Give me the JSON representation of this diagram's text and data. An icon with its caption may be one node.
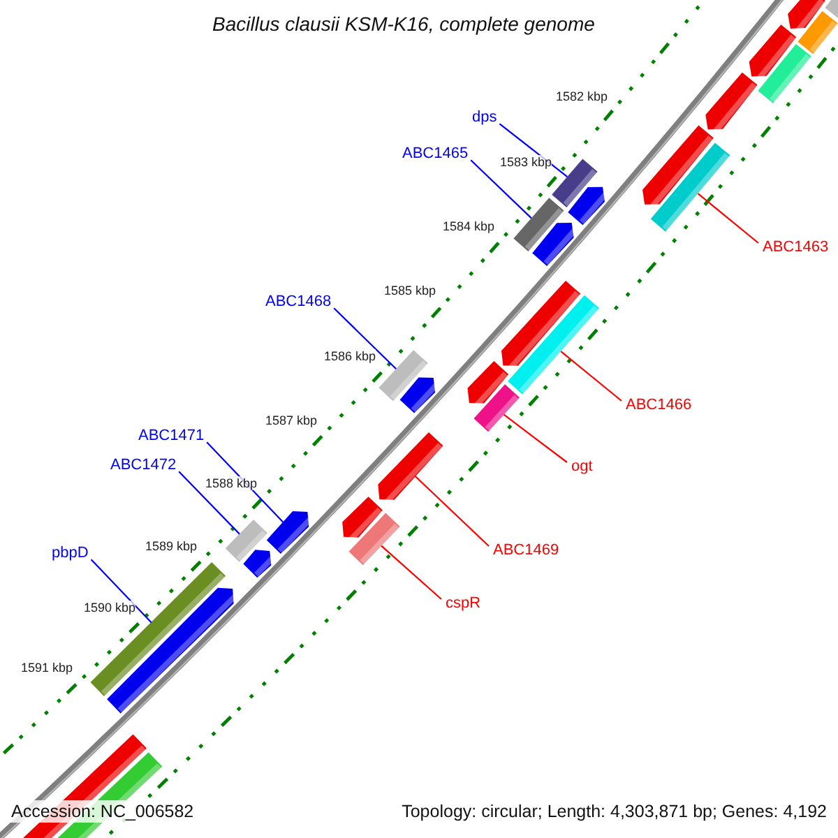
{
  "diagram": {
    "title": "Bacillus clausii KSM-K16, complete genome",
    "nodes": [
      {
        "text": [
          "dps"
        ]
      },
      {
        "text": [
          "ABC1465"
        ]
      },
      {
        "text": [
          "ABC1463"
        ]
      },
      {
        "text": [
          "ABC1468"
        ]
      },
      {
        "text": [
          "ABC1466"
        ]
      },
      {
        "text": [
          "ABC1471"
        ]
      },
      {
        "text": [
          "ABC1472"
        ]
      },
      {
        "text": [
          "ogt"
        ]
      },
      {
        "text": [
          "ABC1469"
        ]
      },
      {
        "text": [
          "pbpD"
        ]
      },
      {
        "text": [
          "cspR"
        ]
      },
      {
        "text": [],
        "shape": "bar"
      },
      {
        "text": [],
        "shape": "bar"
      },
      {
        "text": [],
        "shape": "bar"
      },
      {
        "text": [],
        "shape": "bar"
      },
      {
        "text": [],
        "shape": "bar"
      },
      {
        "text": [],
        "shape": "arrow"
      },
      {
        "text": [],
        "shape": "bar"
      },
      {
        "text": [],
        "shape": "bar"
      },
      {
        "text": [],
        "shape": "arrow"
      },
      {
        "text": [],
        "shape": "bar"
      },
      {
        "text": [],
        "shape": "bar"
      }
    ],
    "edges": [
      {
        "from": 0,
        "to": 11,
        "arrow": "none"
      },
      {
        "from": 1,
        "to": 12,
        "arrow": "none"
      },
      {
        "from": 2,
        "to": 13,
        "arrow": "none",
        "color": "#ff0000"
      },
      {
        "from": 3,
        "to": 14,
        "arrow": "none"
      },
      {
        "from": 4,
        "to": 15,
        "arrow": "none",
        "color": "#ff0000"
      },
      {
        "from": 5,
        "to": 16,
        "arrow": "none"
      },
      {
        "from": 6,
        "to": 17,
        "arrow": "none"
      },
      {
        "from": 7,
        "to": 18,
        "arrow": "none",
        "color": "#ff0000"
      },
      {
        "from": 8,
        "to": 19,
        "arrow": "none",
        "color": "#ff0000"
      },
      {
        "from": 9,
        "to": 20,
        "arrow": "none"
      },
      {
        "from": 10,
        "to": 21,
        "arrow": "none",
        "color": "#ff0000"
      }
    ],
    "labels": [
      "1582 kbp",
      "1583 kbp",
      "1584 kbp",
      "1585 kbp",
      "1586 kbp",
      "1587 kbp",
      "1588 kbp",
      "1589 kbp",
      "1590 kbp",
      "1591 kbp",
      "Accession: NC_006582",
      "Topology: circular; Length: 4,303,871 bp; Genes: 4,192"
    ]
  }
}
